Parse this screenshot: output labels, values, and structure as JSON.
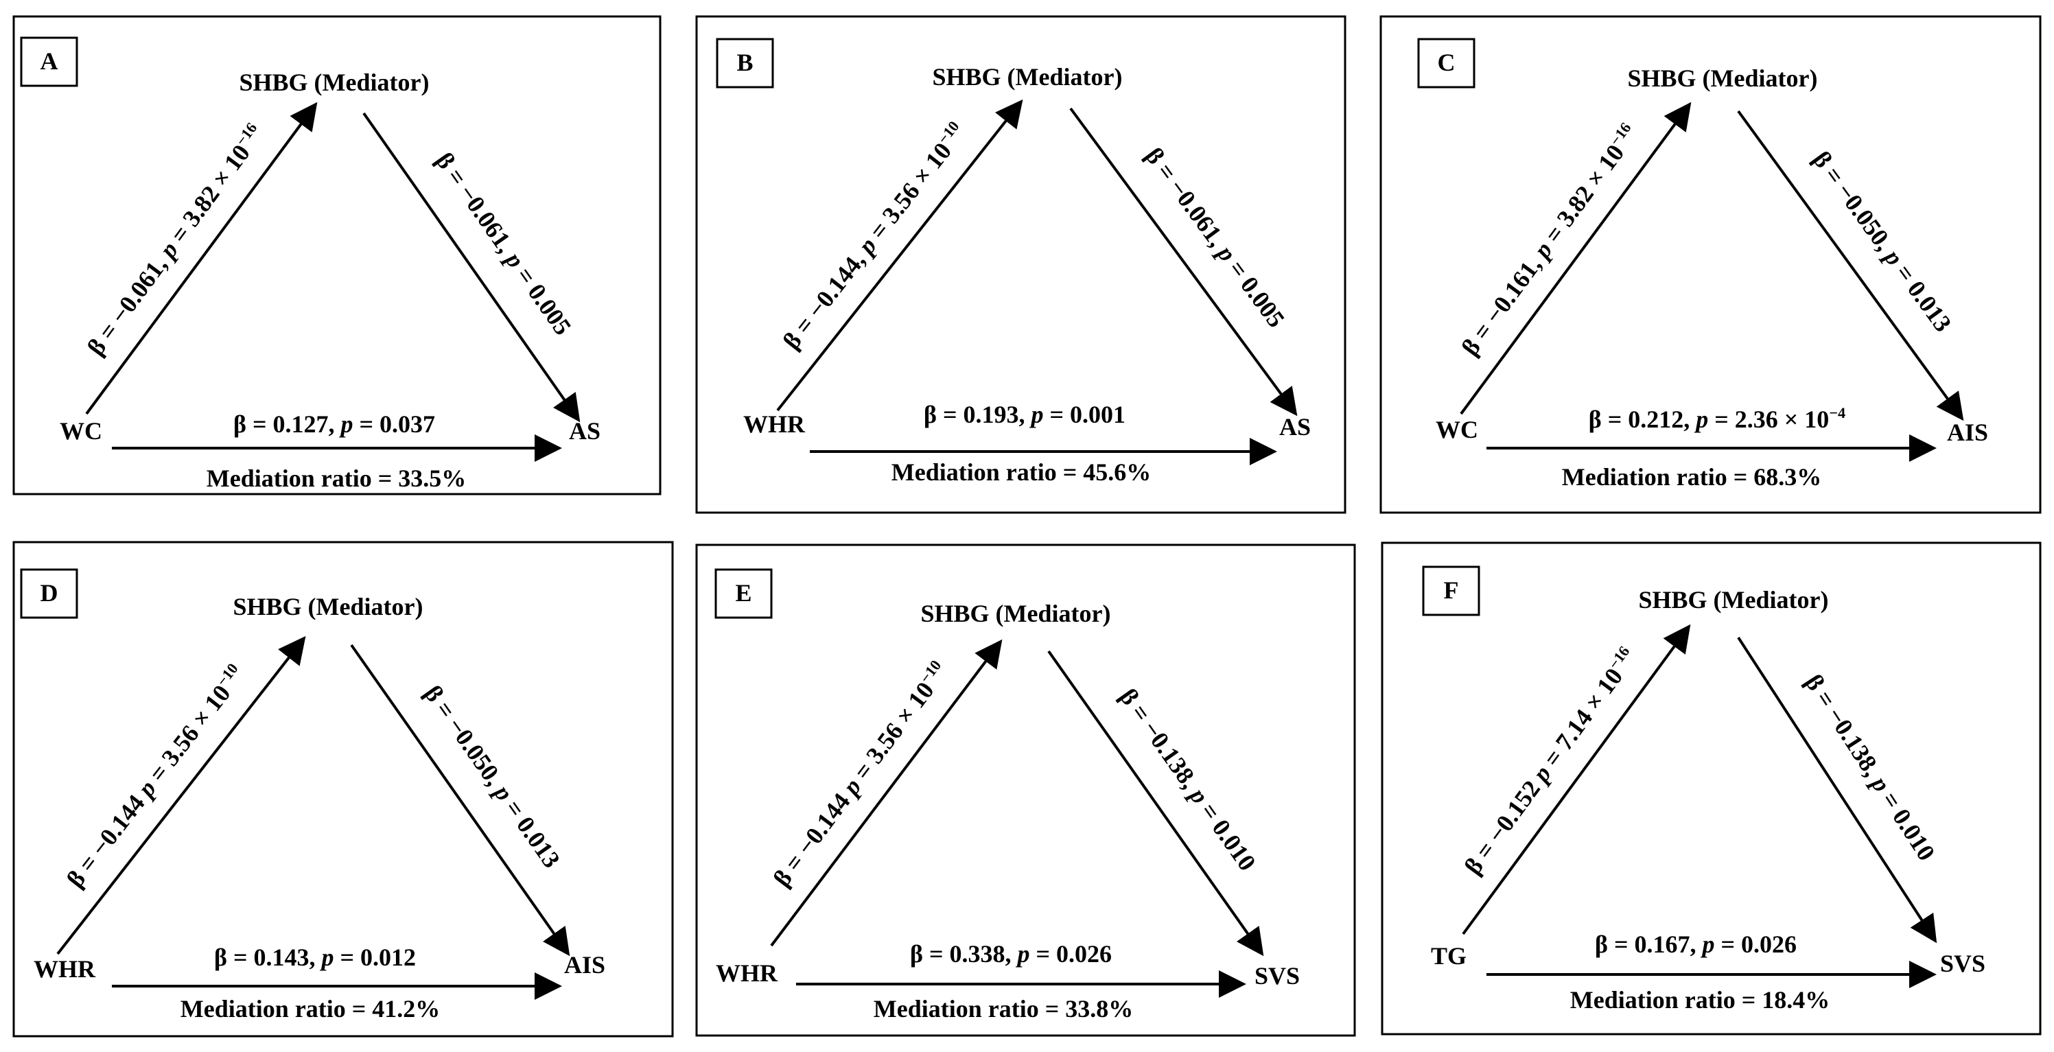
{
  "panels": [
    {
      "letter": "A",
      "mediator": "SHBG (Mediator)",
      "exposure": "WC",
      "outcome": "AS",
      "a_path": {
        "beta": "β = −0.061, ",
        "p": "p = 3.82 × 10",
        "exp": "−16"
      },
      "b_path": {
        "beta": "β = −0.061, ",
        "p": "p = 0.005",
        "exp": ""
      },
      "c_path": {
        "beta": "β = 0.127, ",
        "p": "p = 0.037",
        "exp": ""
      },
      "ratio": "Mediation ratio = 33.5%"
    },
    {
      "letter": "B",
      "mediator": "SHBG (Mediator)",
      "exposure": "WHR",
      "outcome": "AS",
      "a_path": {
        "beta": "β = −0.144, ",
        "p": "p = 3.56 × 10",
        "exp": "−10"
      },
      "b_path": {
        "beta": "β = −0.061, ",
        "p": "p = 0.005",
        "exp": ""
      },
      "c_path": {
        "beta": "β = 0.193, ",
        "p": "p = 0.001",
        "exp": ""
      },
      "ratio": "Mediation ratio = 45.6%"
    },
    {
      "letter": "C",
      "mediator": "SHBG (Mediator)",
      "exposure": "WC",
      "outcome": "AIS",
      "a_path": {
        "beta": "β = −0.161, ",
        "p": "p = 3.82 × 10",
        "exp": "−16"
      },
      "b_path": {
        "beta": "β = −0.050, ",
        "p": "p = 0.013",
        "exp": ""
      },
      "c_path": {
        "beta": "β = 0.212, ",
        "p": "p = 2.36 × 10",
        "exp": "−4"
      },
      "ratio": "Mediation ratio = 68.3%"
    },
    {
      "letter": "D",
      "mediator": "SHBG (Mediator)",
      "exposure": "WHR",
      "outcome": "AIS",
      "a_path": {
        "beta": "β = −0.144 ",
        "p": "p = 3.56 × 10",
        "exp": "−10"
      },
      "b_path": {
        "beta": "β = −0.050, ",
        "p": "p = 0.013",
        "exp": ""
      },
      "c_path": {
        "beta": "β = 0.143, ",
        "p": "p = 0.012",
        "exp": ""
      },
      "ratio": "Mediation ratio = 41.2%"
    },
    {
      "letter": "E",
      "mediator": "SHBG (Mediator)",
      "exposure": "WHR",
      "outcome": "SVS",
      "a_path": {
        "beta": "β = −0.144 ",
        "p": "p = 3.56 × 10",
        "exp": "−10"
      },
      "b_path": {
        "beta": "β = −0.138, ",
        "p": "p = 0.010",
        "exp": ""
      },
      "c_path": {
        "beta": "β = 0.338, ",
        "p": "p = 0.026",
        "exp": ""
      },
      "ratio": "Mediation ratio = 33.8%"
    },
    {
      "letter": "F",
      "mediator": "SHBG (Mediator)",
      "exposure": "TG",
      "outcome": "SVS",
      "a_path": {
        "beta": "β = −0.152 ",
        "p": "p = 7.14 × 10",
        "exp": "−16"
      },
      "b_path": {
        "beta": "β = −0.138, ",
        "p": "p = 0.010",
        "exp": ""
      },
      "c_path": {
        "beta": "β = 0.167, ",
        "p": "p = 0.026",
        "exp": ""
      },
      "ratio": "Mediation ratio = 18.4%"
    }
  ]
}
